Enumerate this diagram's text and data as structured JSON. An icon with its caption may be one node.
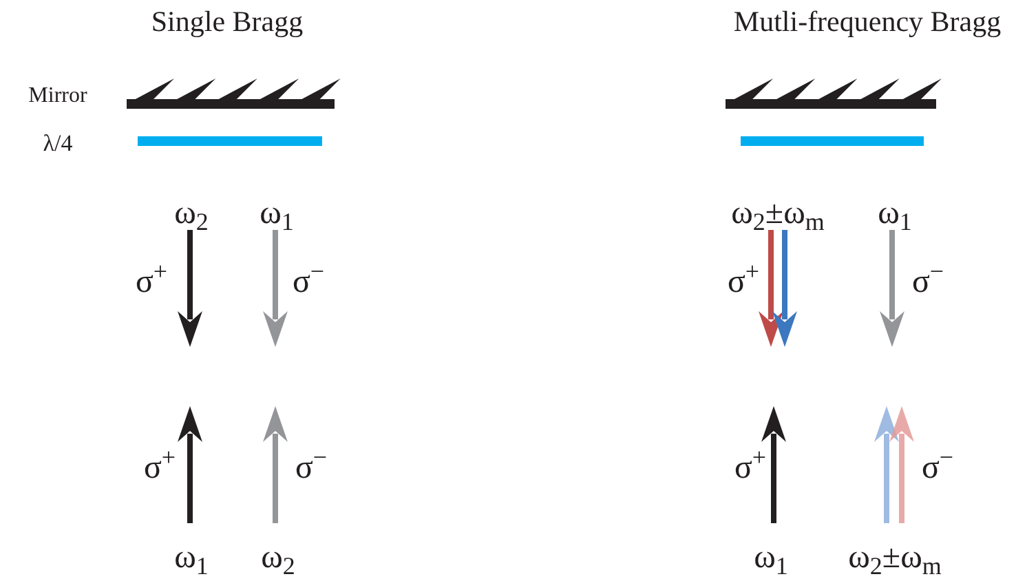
{
  "diagram": {
    "labels": [
      "Single Bragg",
      "Mutli-frequency Bragg",
      "Mirror",
      "λ/4",
      "ω$_{2}$",
      "ω$_{1}$",
      "ω$_{2}$±ω$_{m}$",
      "ω$_{1}$",
      "σ$^{+}$",
      "σ$^{−}$",
      "σ$^{+}$",
      "σ$^{−}$",
      "σ$^{+}$",
      "σ$^{−}$",
      "σ$^{+}$",
      "σ$^{−}$",
      "ω$_{1}$",
      "ω$_{2}$",
      "ω$_{1}$",
      "ω$_{2}$±ω$_{m}$"
    ]
  }
}
